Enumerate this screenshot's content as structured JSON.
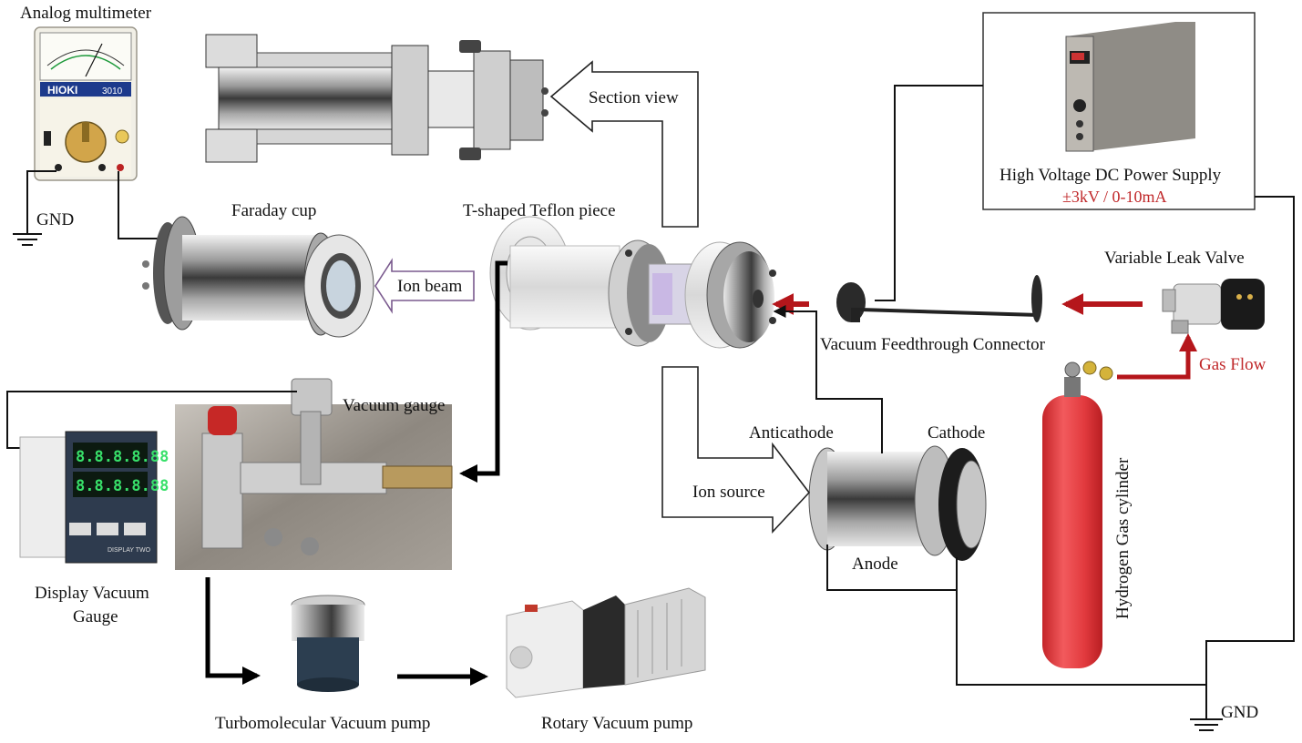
{
  "labels": {
    "analog_multimeter": "Analog multimeter",
    "gnd_left": "GND",
    "faraday_cup": "Faraday cup",
    "t_shaped": "T-shaped Teflon piece",
    "section_view": "Section view",
    "ion_beam": "Ion beam",
    "hv_supply": "High Voltage DC Power Supply",
    "hv_rating": "±3kV / 0-10mA",
    "leak_valve": "Variable Leak Valve",
    "feedthrough": "Vacuum Feedthrough Connector",
    "gas_flow": "Gas Flow",
    "vacuum_gauge": "Vacuum gauge",
    "anticathode": "Anticathode",
    "cathode": "Cathode",
    "ion_source": "Ion source",
    "anode": "Anode",
    "hydrogen": "Hydrogen Gas cylinder",
    "display_gauge_1": "Display Vacuum",
    "display_gauge_2": "Gauge",
    "turbo_pump": "Turbomolecular Vacuum pump",
    "rotary_pump": "Rotary Vacuum pump",
    "gnd_right": "GND"
  },
  "device_text": {
    "meter_brand": "HIOKI",
    "meter_model": "3010",
    "display_row1": "8.8.8.8.88",
    "display_row2": "8.8.8.8.88",
    "display_model": "DISPLAY TWO"
  },
  "colors": {
    "red_arrow": "#b5161b",
    "label_red": "#c0282a",
    "cylinder": "#e8383c",
    "wire": "#111111"
  }
}
